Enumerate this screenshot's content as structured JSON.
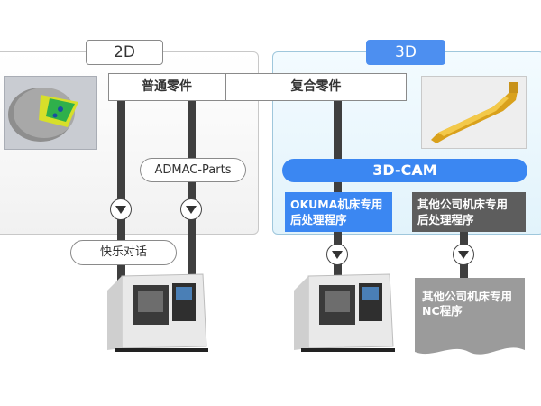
{
  "section_2d": {
    "label": "2D"
  },
  "section_3d": {
    "label": "3D"
  },
  "parts": {
    "regular": "普通零件",
    "complex": "复合零件"
  },
  "admac": "ADMAC-Parts",
  "dialog": "快乐对话",
  "cam": "3D-CAM",
  "post_okuma": {
    "line1": "OKUMA机床专用",
    "line2": "后处理程序"
  },
  "post_other": {
    "line1": "其他公司机床专用",
    "line2": "后处理程序"
  },
  "nc_program": {
    "line1": "其他公司机床专用",
    "line2": "NC程序"
  },
  "colors": {
    "accent_blue": "#3b87f2",
    "dark_gray": "#5d5d5d",
    "panel_3d": "#e2f3fb"
  }
}
